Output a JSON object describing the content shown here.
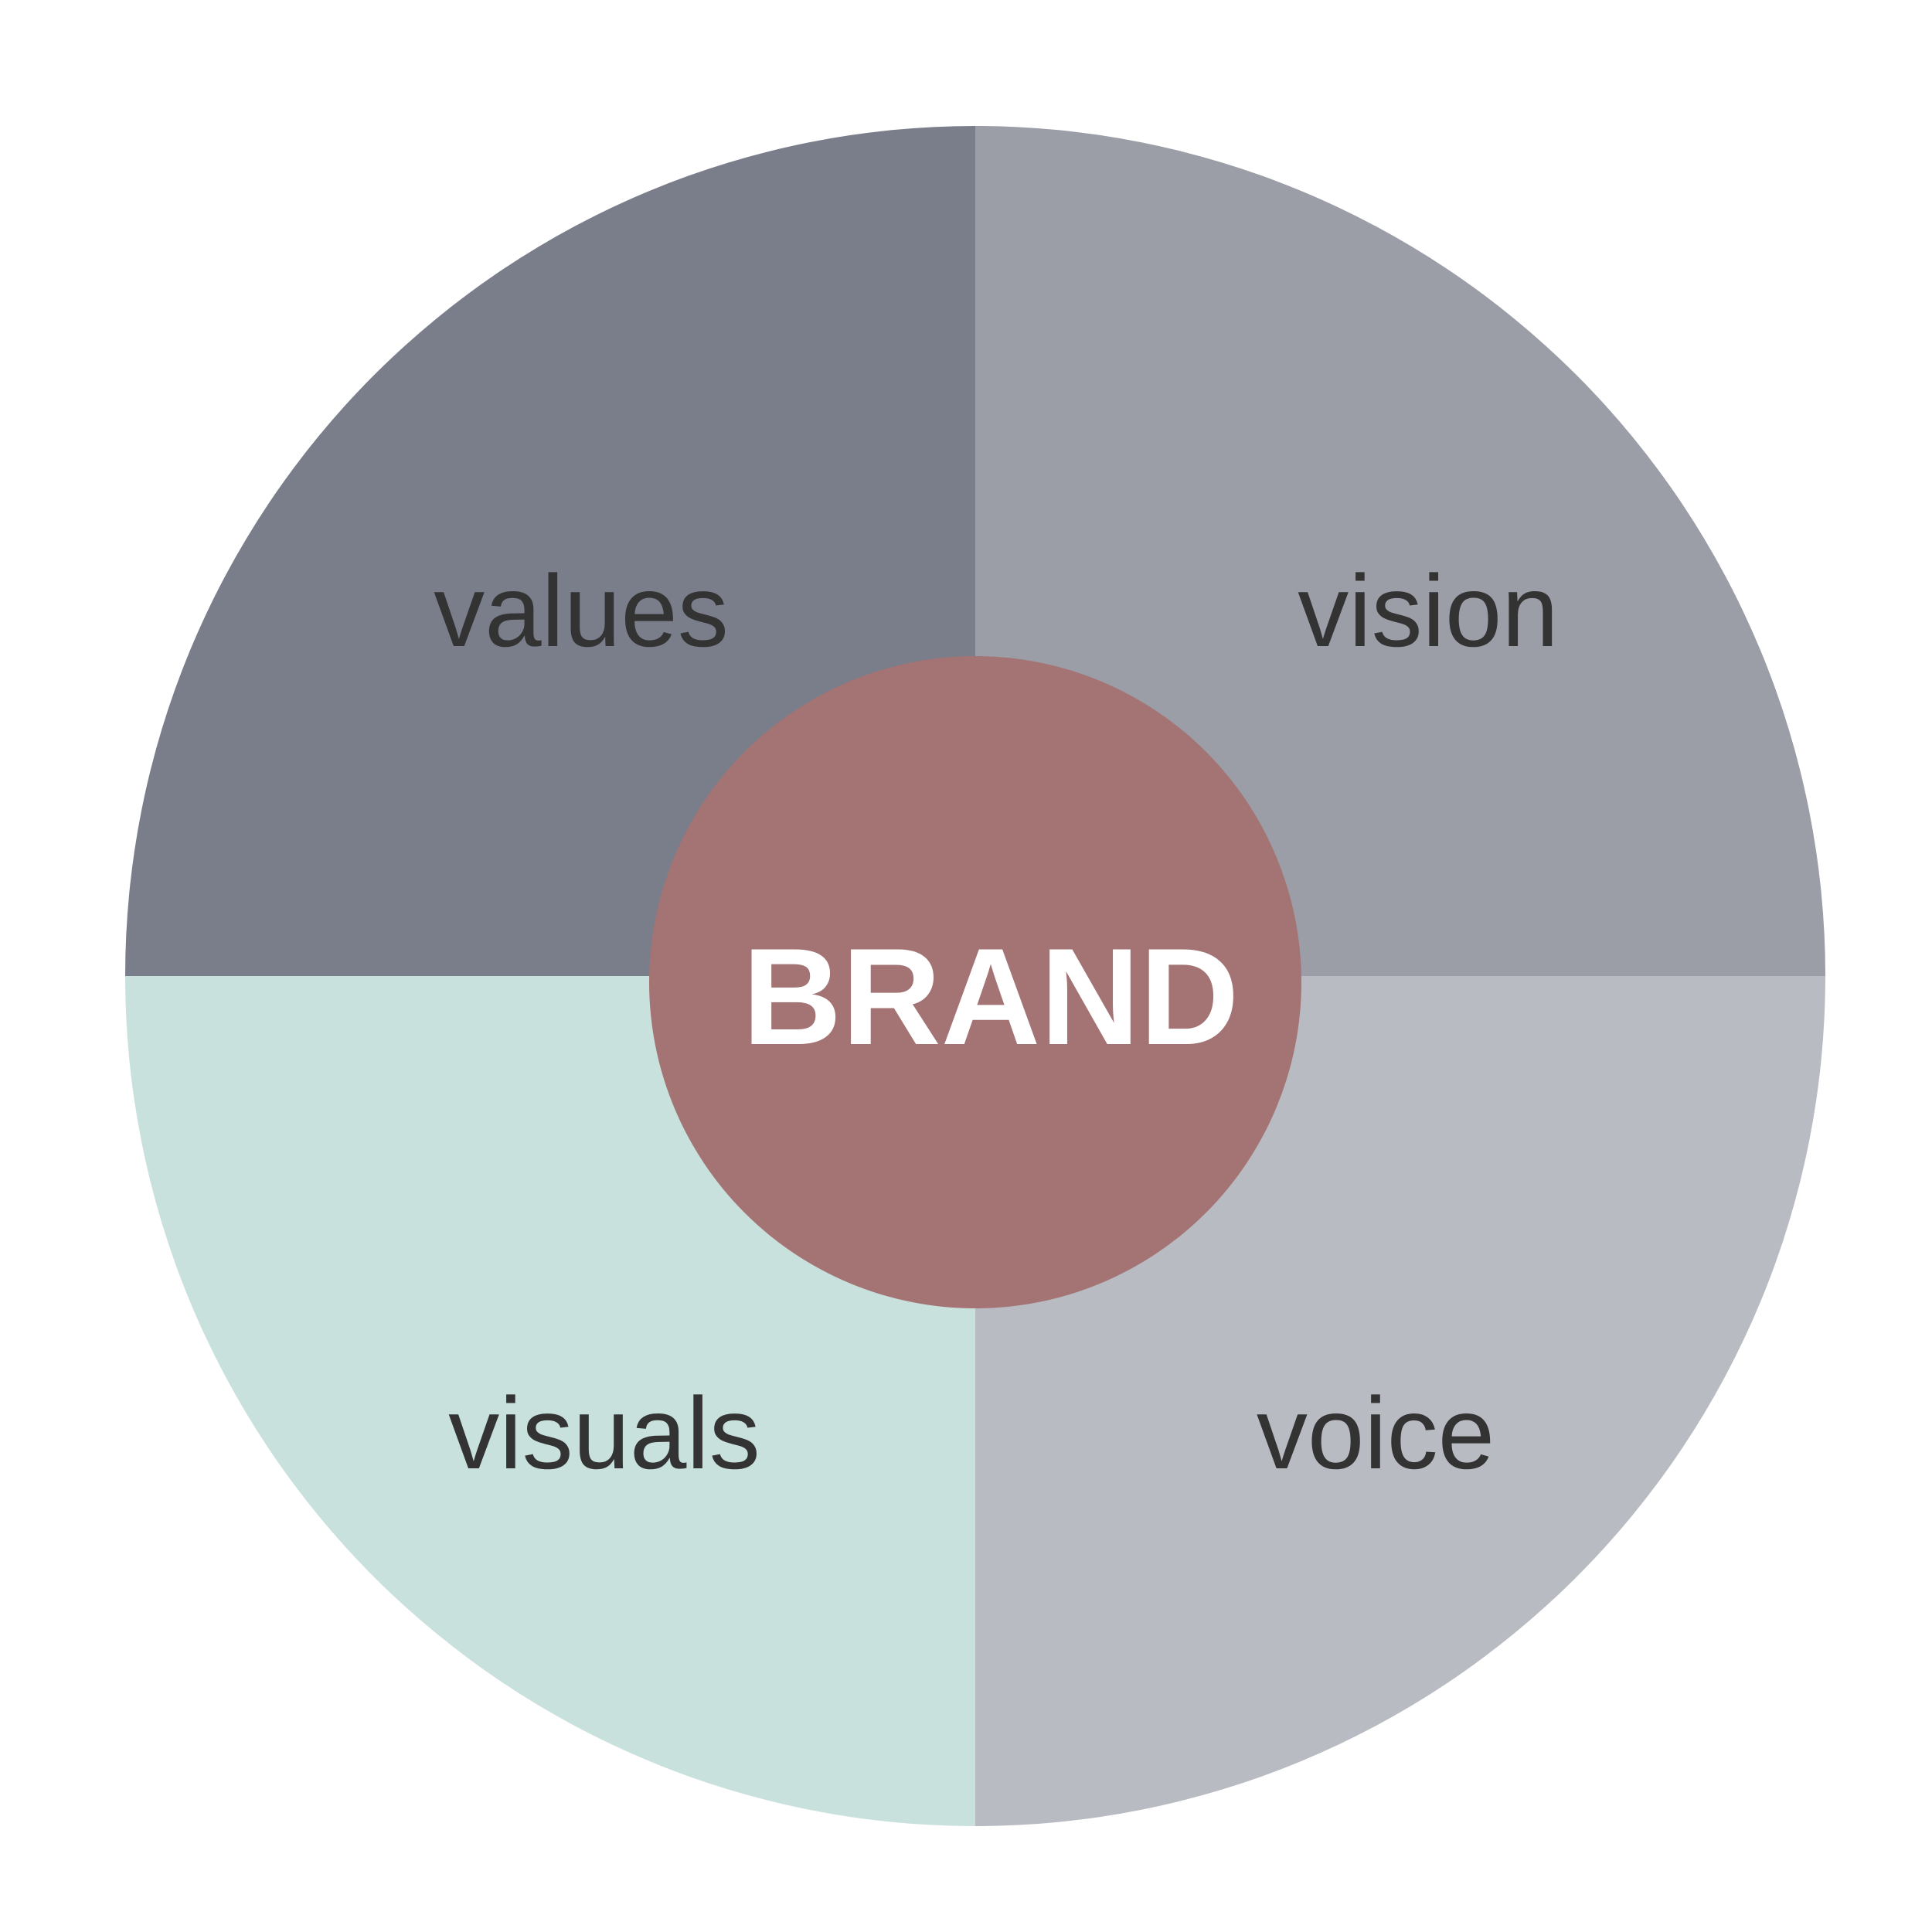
{
  "diagram": {
    "center": {
      "label": "BRAND",
      "color": "#A37473",
      "text_color": "#FFFFFF"
    },
    "quadrants": [
      {
        "id": "top-left",
        "label": "values",
        "color": "#7A7D8A"
      },
      {
        "id": "top-right",
        "label": "vision",
        "color": "#9B9DA7"
      },
      {
        "id": "bottom-left",
        "label": "visuals",
        "color": "#C9E1DD"
      },
      {
        "id": "bottom-right",
        "label": "voice",
        "color": "#B9BBC2"
      }
    ],
    "label_color": "#333333"
  }
}
